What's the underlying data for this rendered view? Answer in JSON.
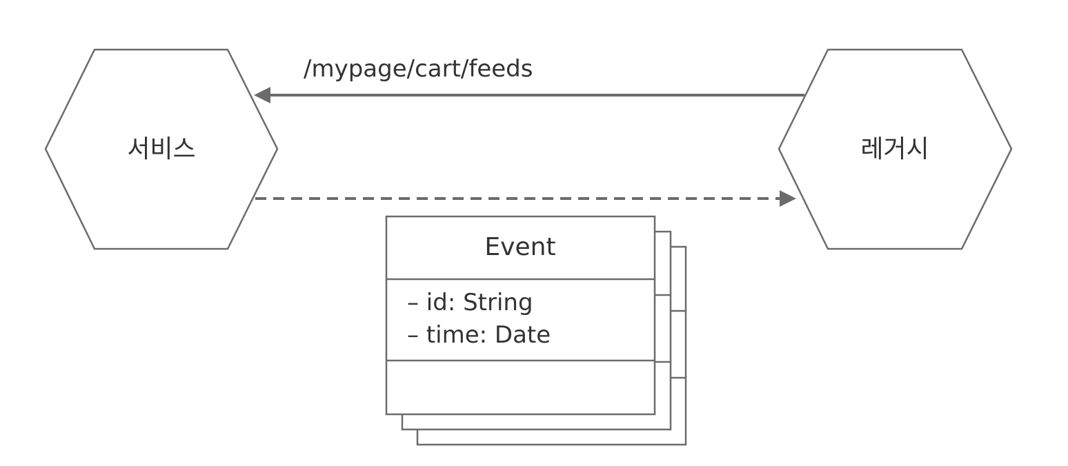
{
  "nodes": {
    "service": {
      "label": "서비스"
    },
    "legacy": {
      "label": "레거시"
    }
  },
  "edges": {
    "request": {
      "label": "/mypage/cart/feeds",
      "from": "legacy",
      "to": "service",
      "style": "solid"
    },
    "event": {
      "label": "",
      "from": "service",
      "to": "legacy",
      "style": "dashed"
    }
  },
  "event_class": {
    "name": "Event",
    "attributes": [
      "– id: String",
      "– time: Date"
    ]
  },
  "colors": {
    "stroke": "#6b6b6b",
    "text": "#333333",
    "background": "#ffffff"
  }
}
